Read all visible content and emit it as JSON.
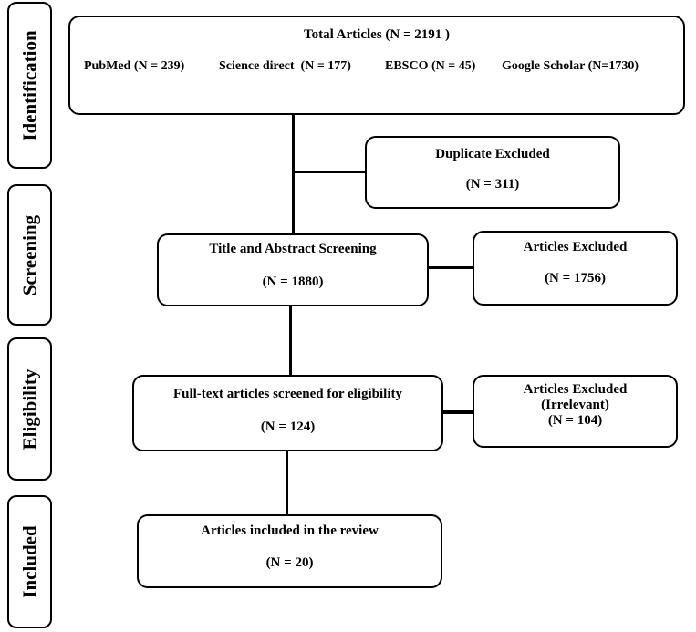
{
  "stages": {
    "identification": "Identification",
    "screening": "Screening",
    "eligibility": "Eligibility",
    "included": "Included"
  },
  "total": {
    "title": "Total Articles (N = 2191 )",
    "sources": [
      "PubMed (N = 239)",
      "Science direct  (N = 177)",
      "EBSCO (N = 45)",
      "Google Scholar (N=1730)"
    ]
  },
  "duplicate": {
    "title": "Duplicate Excluded",
    "count": "(N = 311)"
  },
  "title_abstract": {
    "title": "Title and Abstract Screening",
    "count": "(N = 1880)"
  },
  "excluded1": {
    "title": "Articles Excluded",
    "count": "(N = 1756)"
  },
  "fulltext": {
    "title": "Full-text articles screened for eligibility",
    "count": "(N = 124)"
  },
  "excluded2": {
    "title": "Articles Excluded",
    "reason": "(Irrelevant)",
    "count": "(N = 104)"
  },
  "included": {
    "title": "Articles included in the review",
    "count": "(N = 20)"
  }
}
